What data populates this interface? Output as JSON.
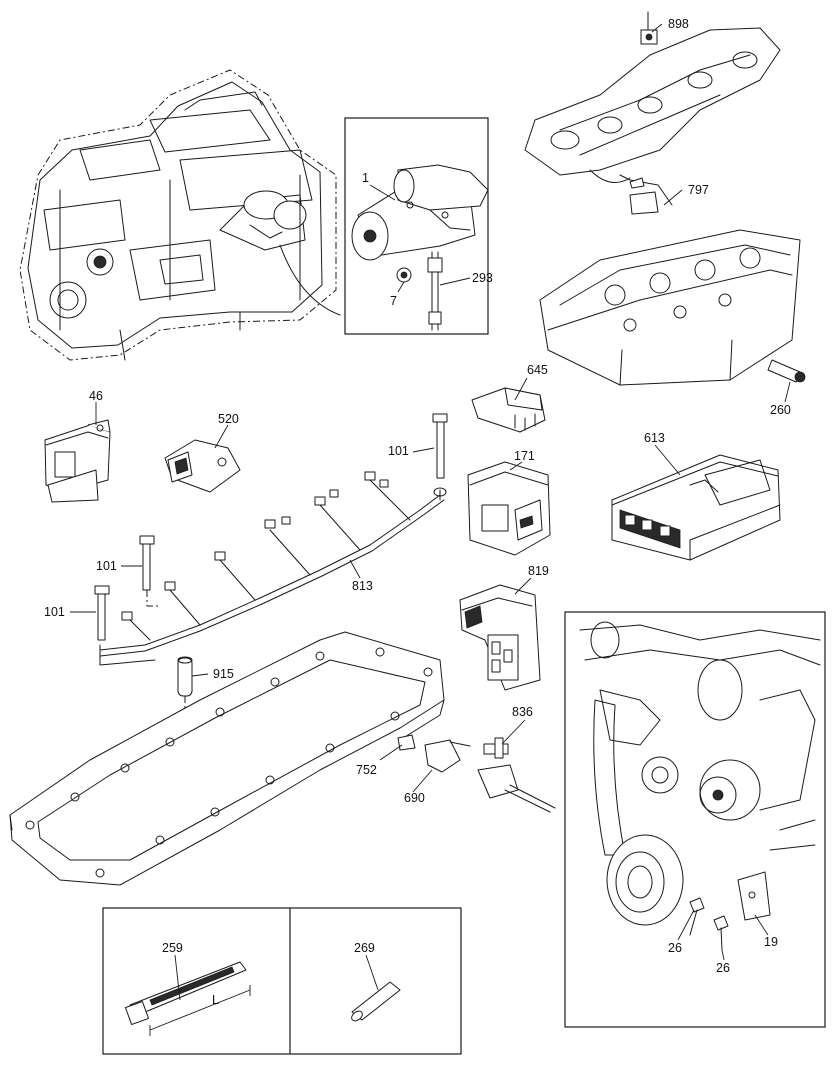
{
  "callouts": {
    "c1": "1",
    "c7": "7",
    "c293": "293",
    "c898": "898",
    "c797": "797",
    "c260": "260",
    "c46": "46",
    "c520": "520",
    "c101a": "101",
    "c101b": "101",
    "c101c": "101",
    "c813": "813",
    "c915": "915",
    "c645": "645",
    "c171": "171",
    "c613": "613",
    "c819": "819",
    "c836": "836",
    "c752": "752",
    "c690": "690",
    "c26a": "26",
    "c26b": "26",
    "c19": "19",
    "c259": "259",
    "c269": "269",
    "dimL": "L"
  },
  "icons": {
    "engine": "engine-block-icon",
    "starter": "starter-motor-icon",
    "manifold": "intake-manifold-icon",
    "head": "cylinder-head-icon",
    "ecu": "ecu-module-icon",
    "relay": "relay-icon",
    "harness": "wiring-harness-icon",
    "gasket": "rocker-cover-gasket-icon",
    "sensor": "sensor-icon",
    "tie": "cable-tie-icon",
    "sleeve": "sleeve-icon"
  }
}
